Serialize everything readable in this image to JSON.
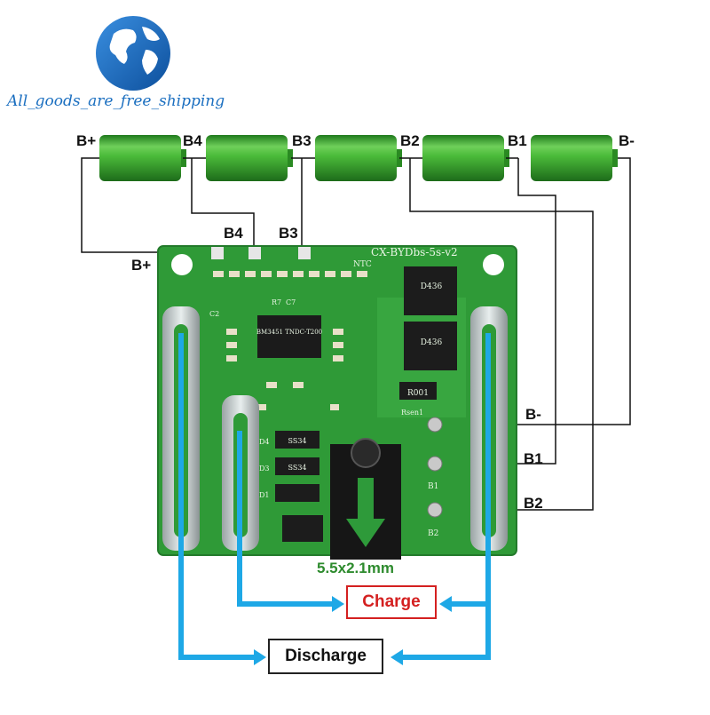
{
  "watermark": "All_goods_are_free_shipping",
  "battery_labels": {
    "bplus": "B+",
    "b4": "B4",
    "b3": "B3",
    "b2": "B2",
    "b1": "B1",
    "bminus": "B-"
  },
  "board_labels": {
    "b4": "B4",
    "b3": "B3",
    "bplus": "B+",
    "bminus_pad": "B-",
    "b1_pad": "B1",
    "b2_pad": "B2"
  },
  "silkscreen": {
    "board_name": "CX-BYDbs-5s-v2",
    "ntc": "NTC",
    "rsen": "Rsen1",
    "r001": "R001",
    "pad_b1": "B1",
    "pad_b2": "B2",
    "d1": "D1",
    "d3": "D3",
    "d4": "D4",
    "c2": "C2",
    "c7": "C7",
    "r7": "R7",
    "ss34": "SS34",
    "d436": "D436",
    "ic_text": "BM3451 TNDC-T200"
  },
  "dc_jack": "5.5x2.1mm",
  "charge_label": "Charge",
  "discharge_label": "Discharge",
  "colors": {
    "battery_green": "#3fae34",
    "pcb_green": "#2f9a37",
    "flow_blue": "#1ea8e6",
    "charge_red": "#d42020",
    "arrow_green": "#2e9a3a"
  }
}
